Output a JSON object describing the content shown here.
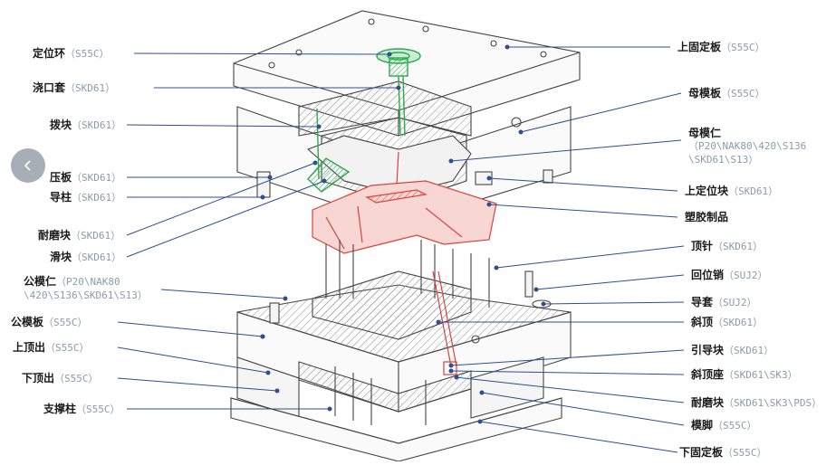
{
  "labels": {
    "left": [
      {
        "id": "locating-ring",
        "name": "定位环",
        "mat": "（S55C）"
      },
      {
        "id": "sprue-bushing",
        "name": "浇口套",
        "mat": "（SKD61）"
      },
      {
        "id": "shifting-block",
        "name": "拨块",
        "mat": "（SKD61）"
      },
      {
        "id": "pressure-plate",
        "name": "压板",
        "mat": "（SKD61）"
      },
      {
        "id": "guide-pillar",
        "name": "导柱",
        "mat": "（SKD61）"
      },
      {
        "id": "wear-block-left",
        "name": "耐磨块",
        "mat": "（SKD61）"
      },
      {
        "id": "slider",
        "name": "滑块",
        "mat": "（SKD61）"
      },
      {
        "id": "core-insert",
        "name": "公模仁",
        "mat": "（P20\\NAK80",
        "mat2": "\\420\\S136\\SKD61\\S13）"
      },
      {
        "id": "core-plate",
        "name": "公模板",
        "mat": "（S55C）"
      },
      {
        "id": "upper-ejector-plate",
        "name": "上顶出",
        "mat": "（S55C）"
      },
      {
        "id": "lower-ejector-plate",
        "name": "下顶出",
        "mat": "（S55C）"
      },
      {
        "id": "support-pillar",
        "name": "支撑柱",
        "mat": "（S55C）"
      }
    ],
    "right": [
      {
        "id": "top-clamp-plate",
        "name": "上固定板",
        "mat": "（S55C）"
      },
      {
        "id": "cavity-plate",
        "name": "母模板",
        "mat": "（S55C）"
      },
      {
        "id": "cavity-insert",
        "name": "母模仁",
        "mat": "（P20\\NAK80\\420\\S136",
        "mat2": "\\SKD61\\S13）"
      },
      {
        "id": "upper-locating-block",
        "name": "上定位块",
        "mat": "（SKD61）"
      },
      {
        "id": "plastic-part",
        "name": "塑胶制品",
        "mat": ""
      },
      {
        "id": "ejector-pin",
        "name": "顶针",
        "mat": "（SKD61）"
      },
      {
        "id": "return-pin",
        "name": "回位销",
        "mat": "（SUJ2）"
      },
      {
        "id": "guide-bushing",
        "name": "导套",
        "mat": "（SUJ2）"
      },
      {
        "id": "lifter",
        "name": "斜顶",
        "mat": "（SKD61）"
      },
      {
        "id": "guide-block",
        "name": "引导块",
        "mat": "（SKD61）"
      },
      {
        "id": "lifter-seat",
        "name": "斜顶座",
        "mat": "（SKD61\\SK3）"
      },
      {
        "id": "wear-block-right",
        "name": "耐磨块",
        "mat": "（SKD61\\SK3\\PDS）"
      },
      {
        "id": "spacer-block",
        "name": "模脚",
        "mat": "（S55C）"
      },
      {
        "id": "bottom-clamp-plate",
        "name": "下固定板",
        "mat": "（S55C）"
      }
    ]
  },
  "colors": {
    "leader": "#2f4f8f",
    "outline": "#454545",
    "hatch": "#7a7a7a",
    "part": "#d9443a",
    "sprue": "#2fa84f",
    "nav_button": "#9aa1aa"
  },
  "nav": {
    "icon": "chevron-left-icon"
  }
}
